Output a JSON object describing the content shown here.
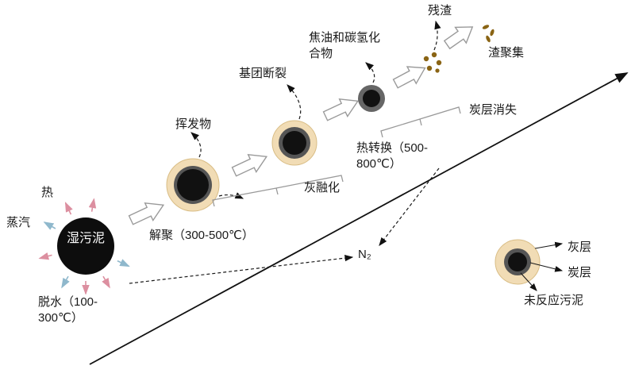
{
  "diagram": {
    "stages": {
      "wet_sludge": "湿污泥",
      "dehydration": "脱水（100-300℃）",
      "depolymerization": "解聚（300-500℃）",
      "bond_cleavage": "基团断裂",
      "thermal_conversion": "热转换（500-800℃）"
    },
    "labels": {
      "steam": "蒸汽",
      "heat": "热",
      "volatiles": "挥发物",
      "tar_hydrocarbons": "焦油和碳氢化合物",
      "ash_melting": "灰融化",
      "char_disappear": "炭层消失",
      "residue": "残渣",
      "slag_aggregation": "渣聚集",
      "n2": "N₂"
    },
    "legend": {
      "ash_layer": "灰层",
      "char_layer": "炭层",
      "unreacted_sludge": "未反应污泥"
    },
    "colors": {
      "ash_ring": "#f1dcb5",
      "char_ring": "#555555",
      "core": "#111111",
      "residue_dot": "#8a6414",
      "arrow_pink": "#dc8fa0",
      "arrow_blue": "#8fb8cc"
    }
  }
}
